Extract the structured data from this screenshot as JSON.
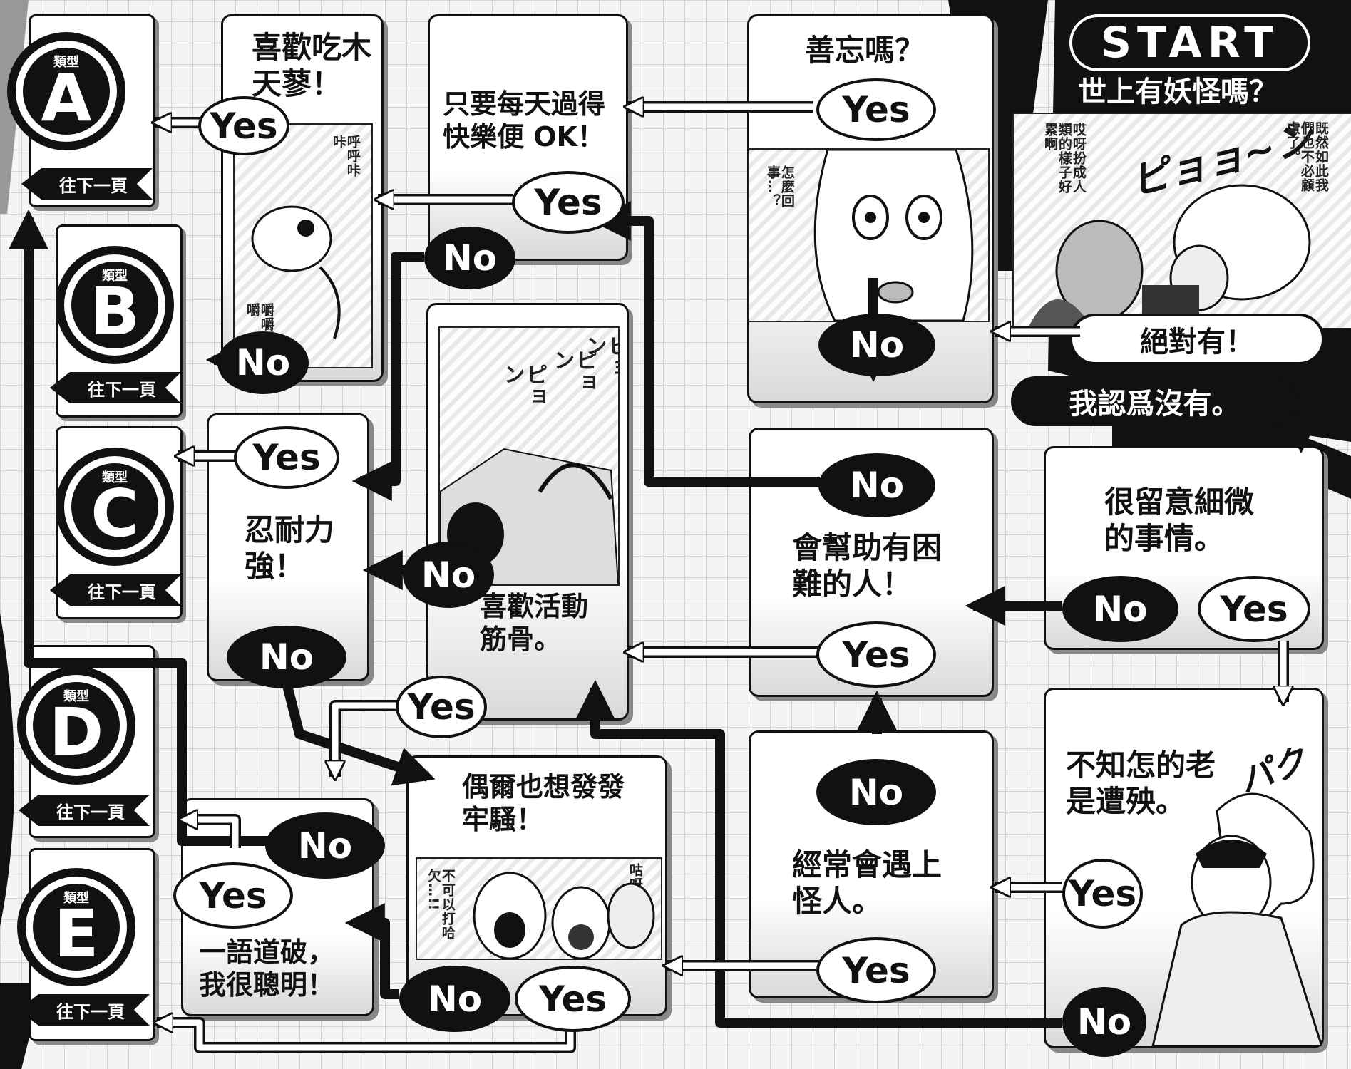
{
  "start": {
    "label": "START",
    "question": "世上有妖怪嗎？",
    "answer_yes": "絕對有！",
    "answer_no": "我認爲沒有。",
    "panel_sfx": "ピョョ~ン",
    "panel_speech_1": "哎呀扮成人類的樣子好累啊",
    "panel_speech_2": "既然如此我們也不必顧慮了。"
  },
  "questions": {
    "forgetful": "善忘嗎？",
    "happy_ok": "只要每天過得\n快樂便 OK！",
    "like_tree": "喜歡吃木\n天蓼！",
    "endurance": "忍耐力\n強！",
    "exercise": "喜歡活動\n筋骨。",
    "complain": "偶爾也想發發\n牢騷！",
    "smart": "一語道破，\n我很聰明！",
    "help": "會幫助有困\n難的人！",
    "strange": "經常會遇上\n怪人。",
    "detail": "很留意細微\n的事情。",
    "unlucky": "不知怎的老\n是遭殃。"
  },
  "panels": {
    "forgetful_speech": "怎麼回事…？",
    "tree_speech_1": "呼呼咔咔",
    "tree_speech_2": "嚼嚼嚼嚼",
    "exercise_sfx_1": "ピョン",
    "exercise_sfx_2": "ピョン",
    "exercise_sfx_3": "ピョン",
    "complain_speech_1": "咕呀～",
    "complain_speech_2": "不可以打哈欠…!!",
    "unlucky_sfx": "パクッ"
  },
  "answers": {
    "yes": "Yes",
    "no": "No"
  },
  "types": [
    {
      "label": "類型",
      "letter": "A",
      "next": "往下一頁"
    },
    {
      "label": "類型",
      "letter": "B",
      "next": "往下一頁"
    },
    {
      "label": "類型",
      "letter": "C",
      "next": "往下一頁"
    },
    {
      "label": "類型",
      "letter": "D",
      "next": "往下一頁"
    },
    {
      "label": "類型",
      "letter": "E",
      "next": "往下一頁"
    }
  ]
}
